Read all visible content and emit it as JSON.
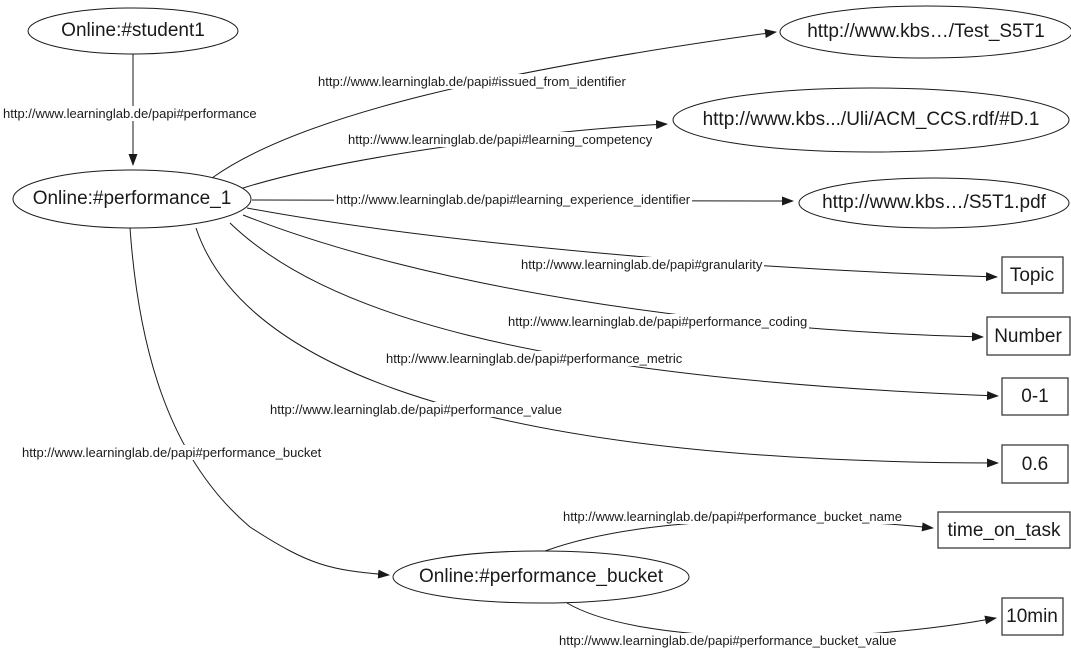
{
  "diagram": {
    "type": "rdf-graph",
    "colors": {
      "background": "#ffffff",
      "stroke": "#1a1a1a",
      "text": "#1a1a1a"
    },
    "nodes": [
      {
        "id": "student1",
        "shape": "ellipse",
        "label": "Online:#student1"
      },
      {
        "id": "performance_1",
        "shape": "ellipse",
        "label": "Online:#performance_1"
      },
      {
        "id": "test_s5t1",
        "shape": "ellipse",
        "label": "http://www.kbs…/Test_S5T1"
      },
      {
        "id": "acm_ccs",
        "shape": "ellipse",
        "label": "http://www.kbs.../Uli/ACM_CCS.rdf/#D.1"
      },
      {
        "id": "s5t1_pdf",
        "shape": "ellipse",
        "label": "http://www.kbs…/S5T1.pdf"
      },
      {
        "id": "performance_bucket",
        "shape": "ellipse",
        "label": "Online:#performance_bucket"
      },
      {
        "id": "topic",
        "shape": "rect",
        "label": "Topic"
      },
      {
        "id": "number",
        "shape": "rect",
        "label": "Number"
      },
      {
        "id": "zero_one",
        "shape": "rect",
        "label": "0-1"
      },
      {
        "id": "zero_six",
        "shape": "rect",
        "label": "0.6"
      },
      {
        "id": "time_on_task",
        "shape": "rect",
        "label": "time_on_task"
      },
      {
        "id": "ten_min",
        "shape": "rect",
        "label": "10min"
      }
    ],
    "edges": [
      {
        "from": "student1",
        "to": "performance_1",
        "label": "http://www.learninglab.de/papi#performance"
      },
      {
        "from": "performance_1",
        "to": "test_s5t1",
        "label": "http://www.learninglab.de/papi#issued_from_identifier"
      },
      {
        "from": "performance_1",
        "to": "acm_ccs",
        "label": "http://www.learninglab.de/papi#learning_competency"
      },
      {
        "from": "performance_1",
        "to": "s5t1_pdf",
        "label": "http://www.learninglab.de/papi#learning_experience_identifier"
      },
      {
        "from": "performance_1",
        "to": "topic",
        "label": "http://www.learninglab.de/papi#granularity"
      },
      {
        "from": "performance_1",
        "to": "number",
        "label": "http://www.learninglab.de/papi#performance_coding"
      },
      {
        "from": "performance_1",
        "to": "zero_one",
        "label": "http://www.learninglab.de/papi#performance_metric"
      },
      {
        "from": "performance_1",
        "to": "zero_six",
        "label": "http://www.learninglab.de/papi#performance_value"
      },
      {
        "from": "performance_1",
        "to": "performance_bucket",
        "label": "http://www.learninglab.de/papi#performance_bucket"
      },
      {
        "from": "performance_bucket",
        "to": "time_on_task",
        "label": "http://www.learninglab.de/papi#performance_bucket_name"
      },
      {
        "from": "performance_bucket",
        "to": "ten_min",
        "label": "http://www.learninglab.de/papi#performance_bucket_value"
      }
    ]
  }
}
